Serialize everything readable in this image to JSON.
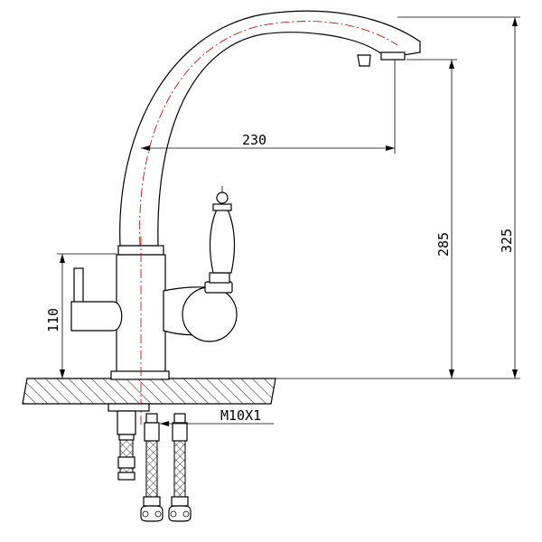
{
  "dimensions": {
    "spout_reach": "230",
    "spout_height": "285",
    "total_height": "325",
    "handle_height": "110"
  },
  "thread_label": "M10X1"
}
